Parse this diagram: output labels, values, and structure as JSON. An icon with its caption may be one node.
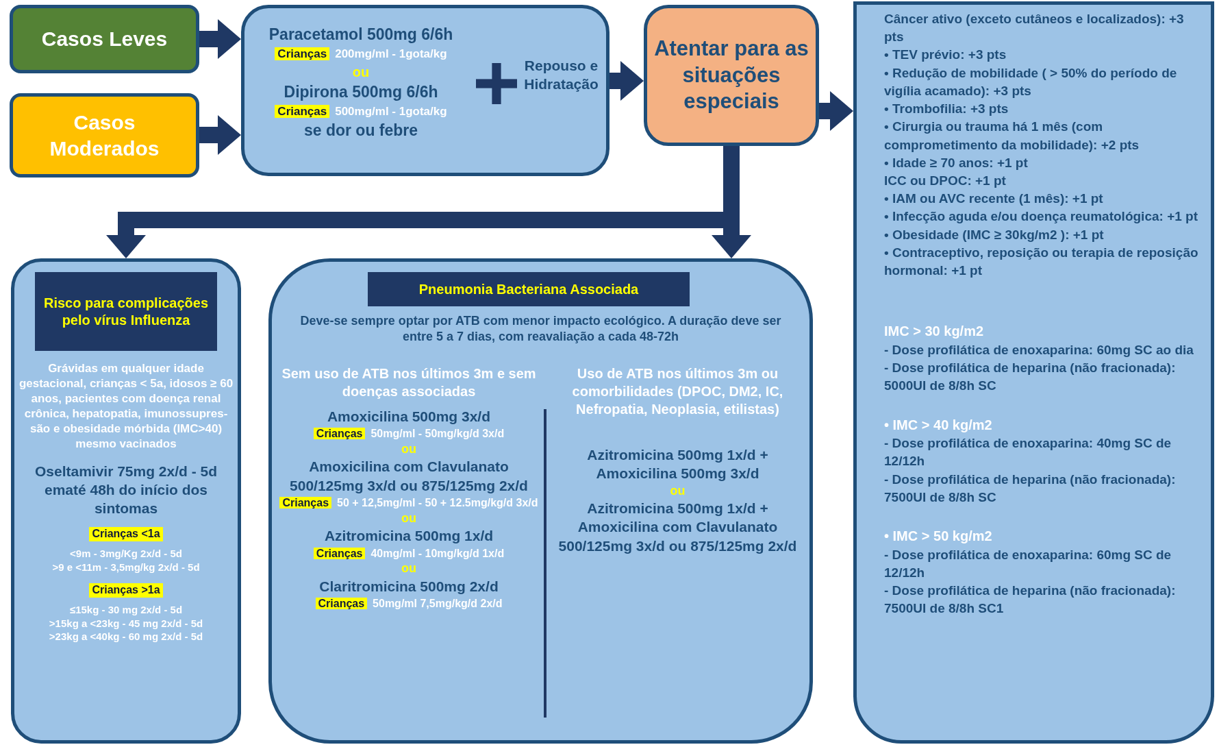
{
  "diagram": {
    "nodes": [
      {
        "text": [
          "Casos Leves"
        ]
      },
      {
        "text": [
          "Casos Moderados"
        ]
      },
      {
        "text": [
          "Paracetamol 500mg 6/6h",
          "Crianças",
          "200mg/ml - 1gota/kg",
          "ou",
          "Dipirona 500mg 6/6h",
          "Crianças",
          "500mg/ml - 1gota/kg",
          "se dor ou febre",
          "Repouso e Hidratação"
        ]
      },
      {
        "text": [
          "Atentar para as situações especiais"
        ]
      },
      {
        "text": [
          "Câncer ativo (exceto cutâneos e localizados): +3 pts",
          "• TEV prévio: +3 pts",
          "• Redução de mobilidade ( > 50% do período de vigília acamado): +3 pts",
          "• Trombofilia: +3 pts",
          "• Cirurgia ou trauma há 1 mês (com comprometimento da mobilidade): +2 pts",
          "• Idade ≥ 70 anos: +1 pt",
          "ICC ou DPOC: +1 pt",
          "• IAM ou AVC recente (1 mês): +1 pt",
          "• Infecção aguda e/ou doença reumatológica: +1 pt",
          "• Obesidade (IMC ≥ 30kg/m2 ): +1 pt",
          "• Contraceptivo, reposição ou terapia de reposição hormonal: +1 pt",
          "IMC > 30 kg/m2",
          "- Dose profilática de enoxaparina: 60mg SC ao dia",
          "- Dose profilática de heparina (não fracionada): 5000UI de 8/8h SC",
          "• IMC > 40 kg/m2",
          "- Dose profilática de enoxaparina: 40mg SC de 12/12h",
          "- Dose profilática de heparina (não fracionada): 7500UI de 8/8h SC",
          "• IMC > 50 kg/m2",
          "- Dose profilática de enoxaparina: 60mg SC de 12/12h",
          "- Dose profilática de heparina (não fracionada): 7500UI de 8/8h SC1"
        ]
      },
      {
        "text": [
          "Grávidas em qualquer idade gestacional, crianças < 5a, idosos ≥ 60 anos, pacientes com doença renal crônica, hepatopatia, imunossupres-são e obesidade mórbida (IMC>40) mesmo vacinados",
          "Oseltamivir 75mg 2x/d - 5d ematé 48h do início dos sintomas",
          "Crianças <1a",
          "<9m - 3mg/Kg 2x/d - 5d",
          ">9 e <11m - 3,5mg/kg 2x/d - 5d",
          "Crianças >1a",
          "≤15kg - 30 mg 2x/d - 5d",
          ">15kg a <23kg - 45 mg 2x/d - 5d",
          ">23kg a <40kg - 60 mg 2x/d - 5d"
        ]
      },
      {
        "text": [
          "Deve-se sempre optar por ATB com menor impacto ecológico. A duração deve ser entre 5 a 7 dias, com reavaliação a cada 48-72h",
          "Sem uso de ATB nos últimos 3m e sem doenças associadas",
          "Amoxicilina 500mg 3x/d",
          "Crianças",
          "50mg/ml - 50mg/kg/d 3x/d",
          "ou",
          "Amoxicilina com Clavulanato 500/125mg 3x/d ou 875/125mg 2x/d",
          "Crianças",
          "50 + 12,5mg/ml - 50 + 12.5mg/kg/d 3x/d",
          "ou",
          "Azitromicina 500mg 1x/d",
          "Crianças",
          "40mg/ml - 10mg/kg/d 1x/d",
          "ou",
          "Claritromicina 500mg 2x/d",
          "Crianças",
          "50mg/ml 7,5mg/kg/d 2x/d",
          "Uso de ATB nos últimos 3m ou comorbilidades (DPOC, DM2, IC, Nefropatia, Neoplasia, etilistas)",
          "Azitromicina 500mg 1x/d + Amoxicilina 500mg 3x/d",
          "ou",
          "Azitromicina 500mg 1x/d + Amoxicilina com Clavulanato 500/125mg 3x/d ou 875/125mg 2x/d"
        ]
      },
      {
        "text": [
          "Risco para complicações pelo vírus Influenza"
        ],
        "in": 5
      },
      {
        "text": [
          "Pneumonia Bacteriana Associada"
        ],
        "in": 6
      }
    ],
    "edges": [
      {
        "from": 0,
        "to": 2,
        "arrow": "to"
      },
      {
        "from": 1,
        "to": 2,
        "arrow": "to"
      },
      {
        "from": 2,
        "to": 3,
        "arrow": "to"
      },
      {
        "from": 3,
        "to": 4,
        "arrow": "to"
      },
      {
        "from": 3,
        "to": 5,
        "arrow": "to"
      },
      {
        "from": 3,
        "to": 6,
        "arrow": "to"
      }
    ]
  }
}
